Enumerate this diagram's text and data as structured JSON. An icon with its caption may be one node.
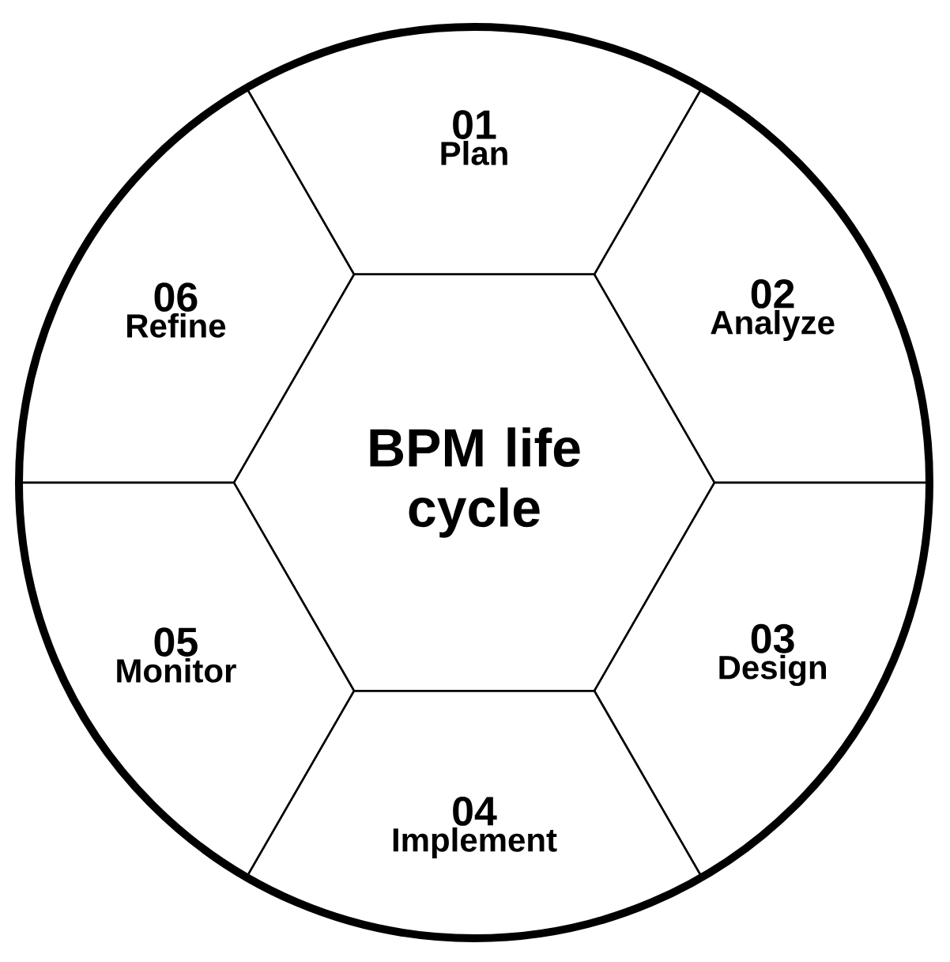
{
  "diagram": {
    "nodes": [
      {
        "text": [
          "BPM life cycle"
        ]
      },
      {
        "text": [
          "01",
          "Plan"
        ]
      },
      {
        "text": [
          "02",
          "Analyze"
        ]
      },
      {
        "text": [
          "03",
          "Design"
        ]
      },
      {
        "text": [
          "04",
          "Implement"
        ]
      },
      {
        "text": [
          "05",
          "Monitor"
        ]
      },
      {
        "text": [
          "06",
          "Refine"
        ]
      }
    ]
  }
}
